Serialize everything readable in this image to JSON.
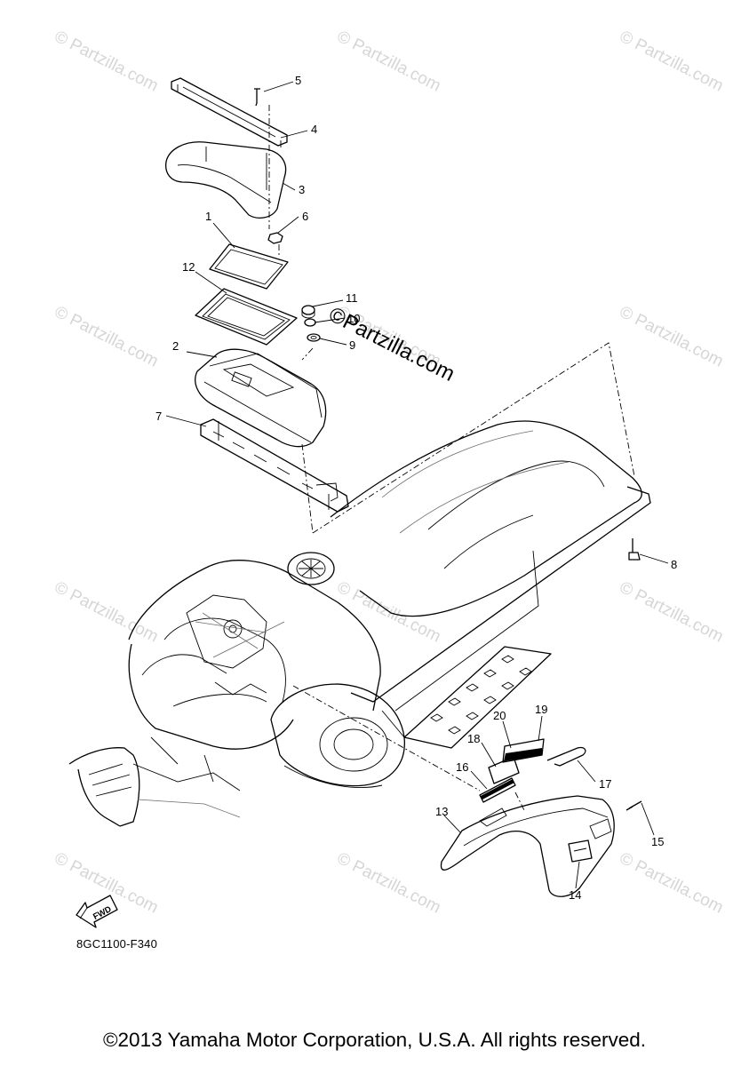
{
  "watermark": {
    "symbol": "©",
    "text": "Partzilla.com"
  },
  "callouts": [
    "1",
    "2",
    "3",
    "4",
    "5",
    "6",
    "7",
    "8",
    "9",
    "10",
    "11",
    "12",
    "13",
    "14",
    "15",
    "16",
    "17",
    "18",
    "19",
    "20"
  ],
  "fwd_label": "FWD",
  "diagram_code": "8GC1100-F340",
  "copyright": "©2013 Yamaha Motor Corporation, U.S.A. All rights reserved."
}
